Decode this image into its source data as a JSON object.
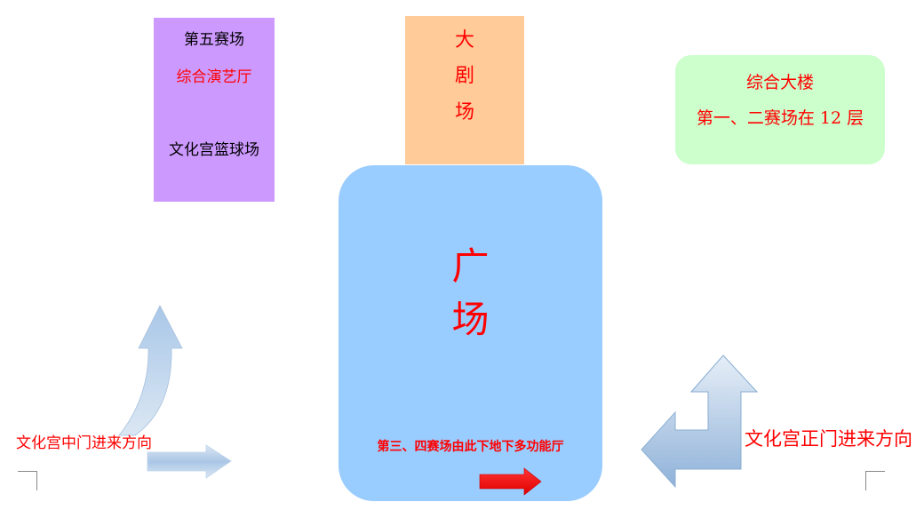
{
  "venue5": {
    "title": "第五赛场",
    "hall": "综合演艺厅",
    "court": "文化宫篮球场"
  },
  "theater": {
    "lines": [
      "大",
      "剧",
      "场"
    ]
  },
  "building": {
    "title": "综合大楼",
    "info": "第一、二赛场在 12 层"
  },
  "plaza": {
    "lines": [
      "广",
      "场"
    ],
    "note": "第三、四赛场由此下地下多功能厅"
  },
  "entrance_middle": "文化宫中门进来方向",
  "entrance_main": "文化宫正门进来方向",
  "colors": {
    "purple_box": "#cc99ff",
    "orange_box": "#ffcc99",
    "green_box": "#ccffcc",
    "plaza_box": "#99ccff",
    "red_text": "#ff0000",
    "arrow_fill": "#b8cfe8"
  }
}
